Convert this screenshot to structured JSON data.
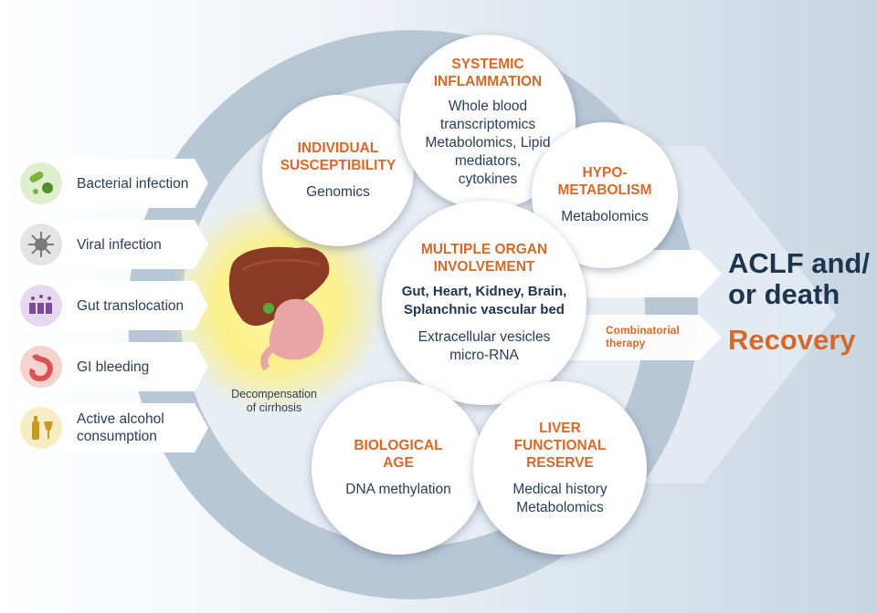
{
  "triggers": [
    {
      "label": "Bacterial infection",
      "icon": "bacteria-icon",
      "color": "#7cb342"
    },
    {
      "label": "Viral infection",
      "icon": "virus-icon",
      "color": "#8e8e8e"
    },
    {
      "label": "Gut translocation",
      "icon": "gut-icon",
      "color": "#7b4b9a"
    },
    {
      "label": "GI bleeding",
      "icon": "stomach-icon",
      "color": "#d9534f"
    },
    {
      "label": "Active alcohol consumption",
      "icon": "alcohol-icon",
      "color": "#e3b93a"
    }
  ],
  "center": {
    "label": "Decompensation of cirrhosis"
  },
  "circles": {
    "individual": {
      "title": "INDIVIDUAL SUSCEPTIBILITY",
      "sub": "Genomics"
    },
    "systemic": {
      "title": "SYSTEMIC INFLAMMATION",
      "sub": "Whole blood transcriptomics Metabolomics, Lipid mediators, cytokines"
    },
    "hypo": {
      "title": "HYPO-METABOLISM",
      "sub": "Metabolomics"
    },
    "multiple": {
      "title": "MULTIPLE ORGAN INVOLVEMENT",
      "bold": "Gut, Heart, Kidney, Brain, Splanchnic vascular bed",
      "sub": "Extracellular vesicles micro-RNA"
    },
    "biological": {
      "title": "BIOLOGICAL AGE",
      "sub": "DNA methylation"
    },
    "liver": {
      "title": "LIVER FUNCTIONAL RESERVE",
      "sub": "Medical history Metabolomics"
    }
  },
  "therapy": "Combinatorial therapy",
  "outcomes": {
    "aclf": "ACLF and/ or death",
    "recovery": "Recovery"
  },
  "colors": {
    "accent": "#d4692c",
    "navy": "#1e3550",
    "ring": "#b7c7d6"
  }
}
